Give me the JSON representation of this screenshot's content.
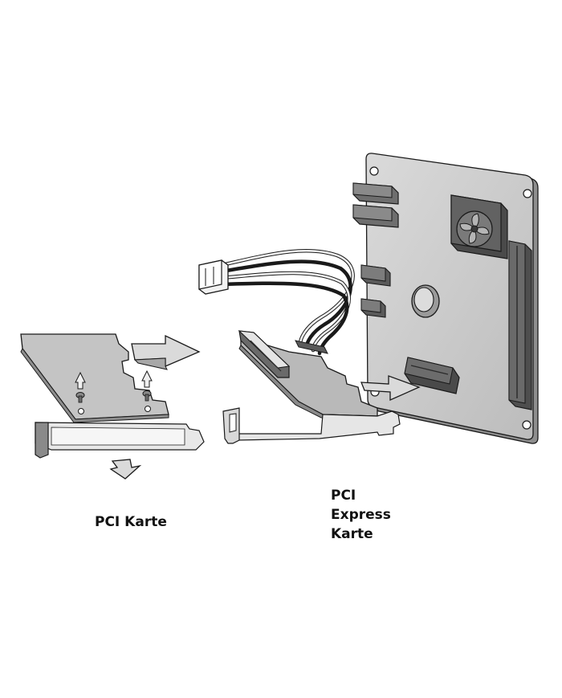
{
  "labels": {
    "pci_card": "PCI Karte",
    "pcie_card": [
      "PCI",
      "Express",
      "Karte"
    ]
  },
  "colors": {
    "board": "#c9c9c9",
    "board_edge": "#9a9a9a",
    "dark_component": "#5a5a5a",
    "card": "#bdbdbd",
    "bracket": "#e3e3e3",
    "arrow": "#dcdcdc",
    "stroke": "#1a1a1a"
  }
}
